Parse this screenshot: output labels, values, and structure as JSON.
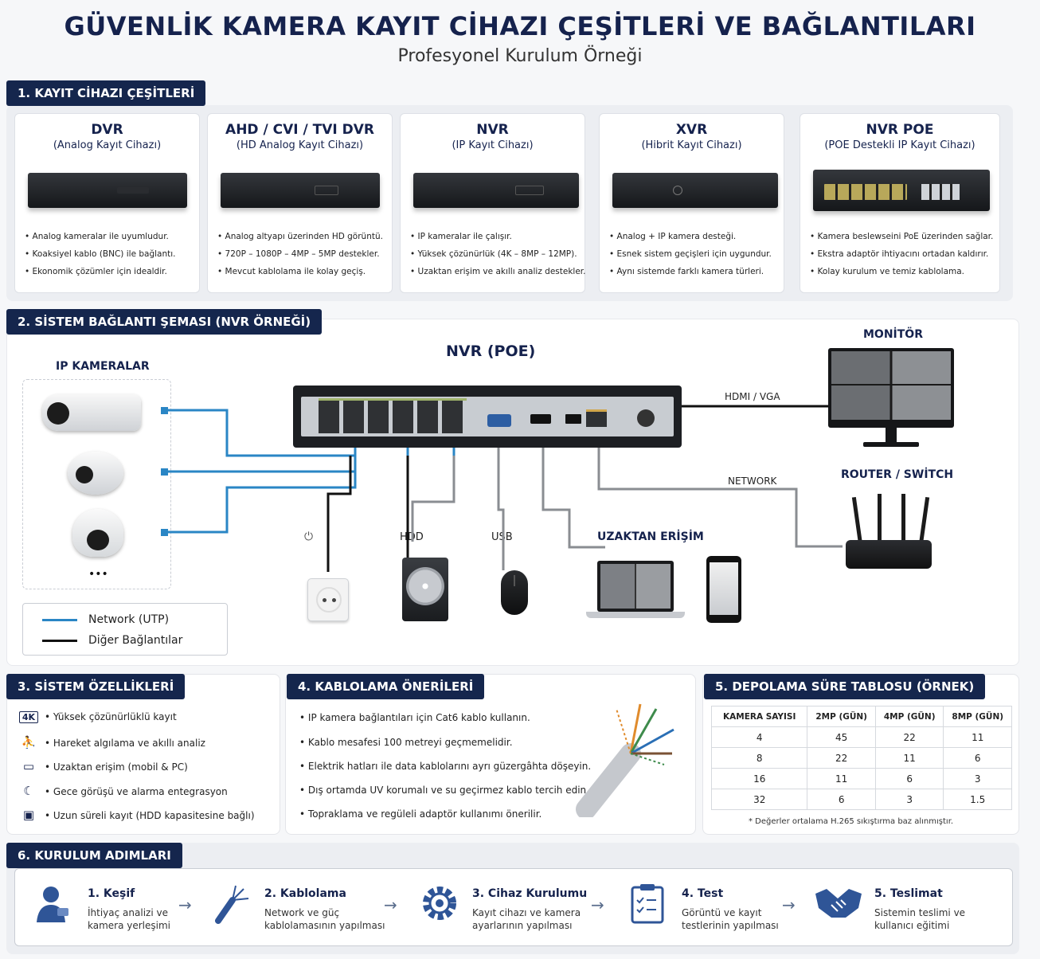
{
  "header": {
    "title": "GÜVENLİK KAMERA KAYIT CİHAZI ÇEŞİTLERİ VE BAĞLANTILARI",
    "subtitle": "Profesyonel Kurulum Örneği"
  },
  "section1": {
    "label": "1. KAYIT CİHAZI ÇEŞİTLERİ",
    "cards": [
      {
        "title": "DVR",
        "subtitle": "(Analog Kayıt Cihazı)",
        "items": [
          "Analog kameralar ile uyumludur.",
          "Koaksiyel kablo (BNC) ile bağlantı.",
          "Ekonomik çözümler için idealdir."
        ]
      },
      {
        "title": "AHD / CVI / TVI DVR",
        "subtitle": "(HD Analog Kayıt Cihazı)",
        "items": [
          "Analog altyapı üzerinden HD görüntü.",
          "720P – 1080P – 4MP – 5MP destekler.",
          "Mevcut kablolama ile kolay geçiş."
        ]
      },
      {
        "title": "NVR",
        "subtitle": "(IP Kayıt Cihazı)",
        "items": [
          "IP kameralar ile çalışır.",
          "Yüksek çözünürlük (4K – 8MP – 12MP).",
          "Uzaktan erişim ve akıllı analiz destekler."
        ]
      },
      {
        "title": "XVR",
        "subtitle": "(Hibrit Kayıt Cihazı)",
        "items": [
          "Analog + IP kamera desteği.",
          "Esnek sistem geçişleri için uygundur.",
          "Aynı sistemde farklı kamera türleri."
        ]
      },
      {
        "title": "NVR POE",
        "subtitle": "(POE Destekli IP Kayıt Cihazı)",
        "items": [
          "Kamera beslewseini PoE üzerinden sağlar.",
          "Ekstra adaptör ihtiyacını ortadan kaldırır.",
          "Kolay kurulum ve temiz kablolama."
        ]
      }
    ]
  },
  "section2": {
    "label": "2. SİSTEM BAĞLANTI ŞEMASI (NVR ÖRNEĞİ)",
    "nvr_title": "NVR (POE)",
    "ip_cameras": "IP KAMERALAR",
    "cameras_more": "•••",
    "monitor": "MONİTÖR",
    "hdmi_vga": "HDMI / VGA",
    "network": "NETWORK",
    "router": "ROUTER / SWİTCH",
    "hdd": "HDD",
    "usb": "USB",
    "remote": "UZAKTAN ERİŞİM",
    "legend": {
      "network": "Network (UTP)",
      "other": "Diğer Bağlantılar"
    },
    "colors": {
      "network": "#2a86c5",
      "other": "#111111"
    }
  },
  "section3": {
    "label": "3. SİSTEM ÖZELLİKLERİ",
    "items": [
      {
        "icon": "4K",
        "text": "• Yüksek çözünürlüklü kayıt"
      },
      {
        "icon": "⛹",
        "text": "• Hareket algılama ve akıllı analiz"
      },
      {
        "icon": "▭",
        "text": "• Uzaktan erişim (mobil & PC)"
      },
      {
        "icon": "☾",
        "text": "• Gece görüşü ve alarma entegrasyon"
      },
      {
        "icon": "▣",
        "text": "• Uzun süreli kayıt (HDD kapasitesine bağlı)"
      }
    ]
  },
  "section4": {
    "label": "4. KABLOLAMA ÖNERİLERİ",
    "items": [
      "IP kamera bağlantıları için Cat6 kablo kullanın.",
      "Kablo mesafesi 100 metreyi geçmemelidir.",
      "Elektrik hatları ile data kablolarını ayrı güzergâhta döşeyin.",
      "Dış ortamda UV korumalı ve su geçirmez kablo tercih edin.",
      "Topraklama ve regüleli adaptör kullanımı önerilir."
    ]
  },
  "section5": {
    "label": "5. DEPOLAMA SÜRE TABLOSU (ÖRNEK)",
    "headers": [
      "KAMERA SAYISI",
      "2MP (GÜN)",
      "4MP (GÜN)",
      "8MP (GÜN)"
    ],
    "rows": [
      [
        "4",
        "45",
        "22",
        "11"
      ],
      [
        "8",
        "22",
        "11",
        "6"
      ],
      [
        "16",
        "11",
        "6",
        "3"
      ],
      [
        "32",
        "6",
        "3",
        "1.5"
      ]
    ],
    "note": "* Değerler ortalama H.265 sıkıştırma baz alınmıştır."
  },
  "section6": {
    "label": "6. KURULUM ADIMLARI",
    "steps": [
      {
        "title": "1. Keşif",
        "line1": "İhtiyaç analizi ve",
        "line2": "kamera yerleşimi"
      },
      {
        "title": "2. Kablolama",
        "line1": "Network ve güç",
        "line2": "kablolamasının yapılması"
      },
      {
        "title": "3. Cihaz Kurulumu",
        "line1": "Kayıt cihazı ve kamera",
        "line2": "ayarlarının yapılması"
      },
      {
        "title": "4. Test",
        "line1": "Görüntü ve kayıt",
        "line2": "testlerinin yapılması"
      },
      {
        "title": "5. Teslimat",
        "line1": "Sistemin teslimi ve",
        "line2": "kullanıcı eğitimi"
      }
    ]
  }
}
